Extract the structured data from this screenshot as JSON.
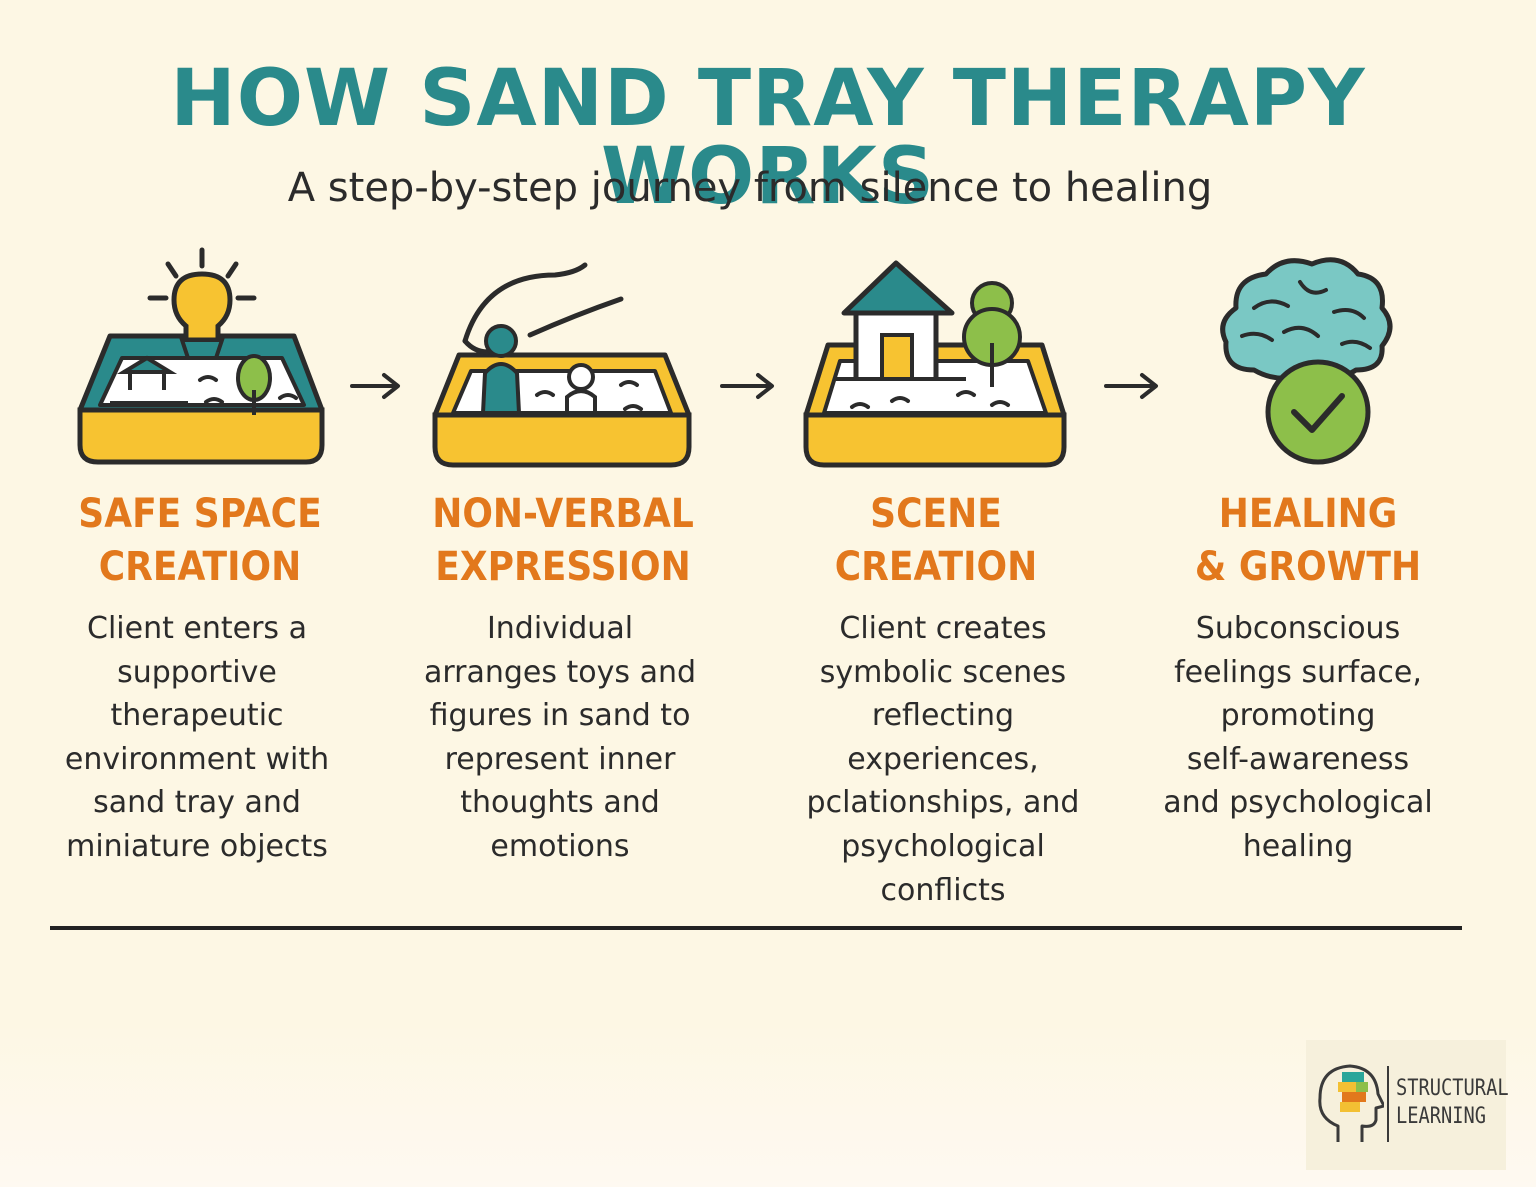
{
  "title": "HOW SAND TRAY THERAPY WORKS",
  "subtitle": "A step-by-step journey from silence to healing",
  "steps": [
    {
      "title_lines": [
        "SAFE SPACE",
        "CREATION"
      ],
      "desc_lines": [
        "Client enters a",
        "supportive",
        "therapeutic",
        "environment with",
        "sand tray and",
        "miniature objects"
      ]
    },
    {
      "title_lines": [
        "NON-VERBAL",
        "EXPRESSION"
      ],
      "desc_lines": [
        "Individual",
        "arranges toys and",
        "figures in sand to",
        "represent inner",
        "thoughts and",
        "emotions"
      ]
    },
    {
      "title_lines": [
        "SCENE",
        "CREATION"
      ],
      "desc_lines": [
        "Client creates",
        "symbolic scenes",
        "reflecting",
        "experiences,",
        "pclationships, and",
        "psychological",
        "conflicts"
      ]
    },
    {
      "title_lines": [
        "HEALING",
        "& GROWTH"
      ],
      "desc_lines": [
        "Subconscious",
        "feelings surface,",
        "promoting",
        "self-awareness",
        "and psychological",
        "healing"
      ]
    }
  ],
  "logo": {
    "line1": "STRUCTURAL",
    "line2": "LEARNING"
  },
  "icons": [
    "sand-tray-lightbulb-icon",
    "hand-placing-figure-icon",
    "house-tree-scene-icon",
    "brain-checkmark-icon",
    "arrow-right-icon",
    "head-puzzle-logo-icon"
  ],
  "colors": {
    "title": "#2a8a8b",
    "step_title": "#e2781c",
    "tray_yellow": "#f7c331",
    "teal": "#2a8a8b",
    "green": "#8dbf4a",
    "brain": "#7ac8c4"
  }
}
